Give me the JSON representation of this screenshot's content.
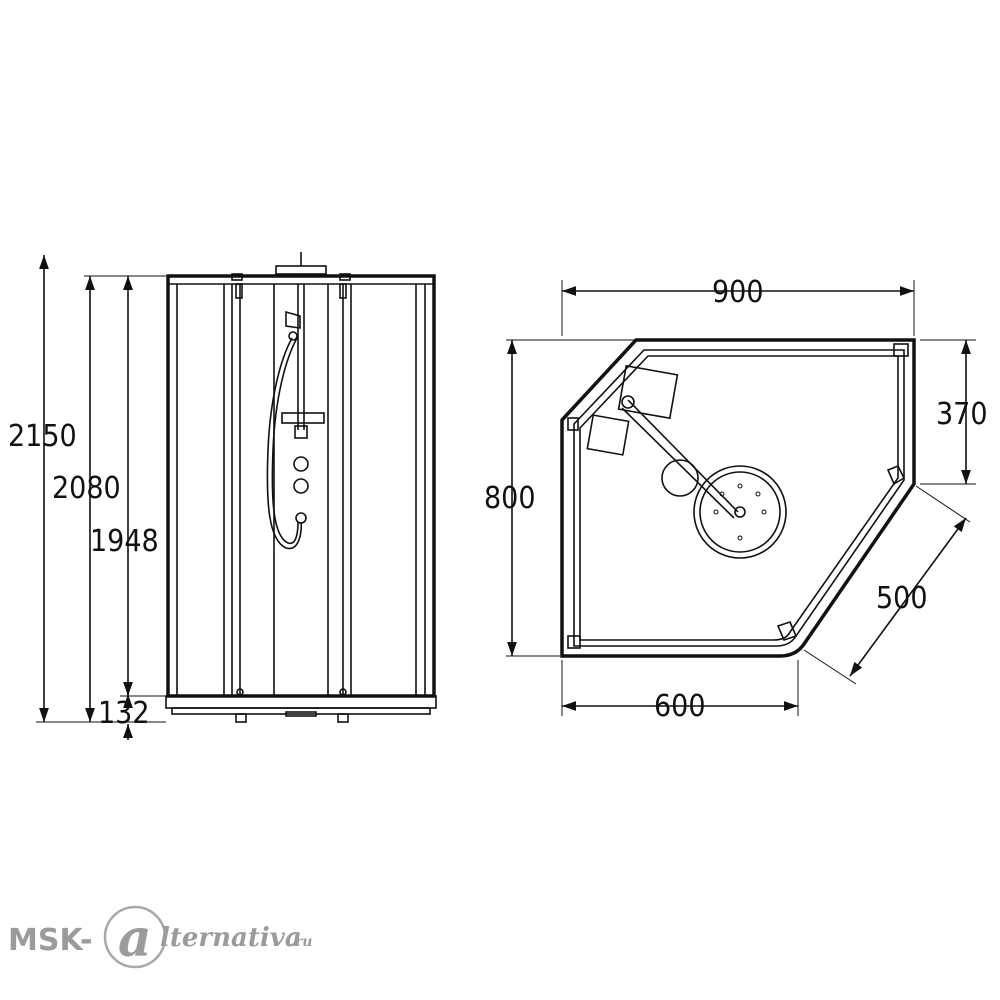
{
  "front_view": {
    "dimensions": {
      "total_height": "2150",
      "frame_height": "2080",
      "door_height": "1948",
      "tray_height": "132"
    }
  },
  "plan_view": {
    "dimensions": {
      "width": "900",
      "depth": "800",
      "side_depth": "370",
      "diagonal": "500",
      "front_width": "600"
    }
  },
  "watermark": {
    "prefix": "MSK-",
    "script": "lternativa",
    "tld": ".ru"
  }
}
